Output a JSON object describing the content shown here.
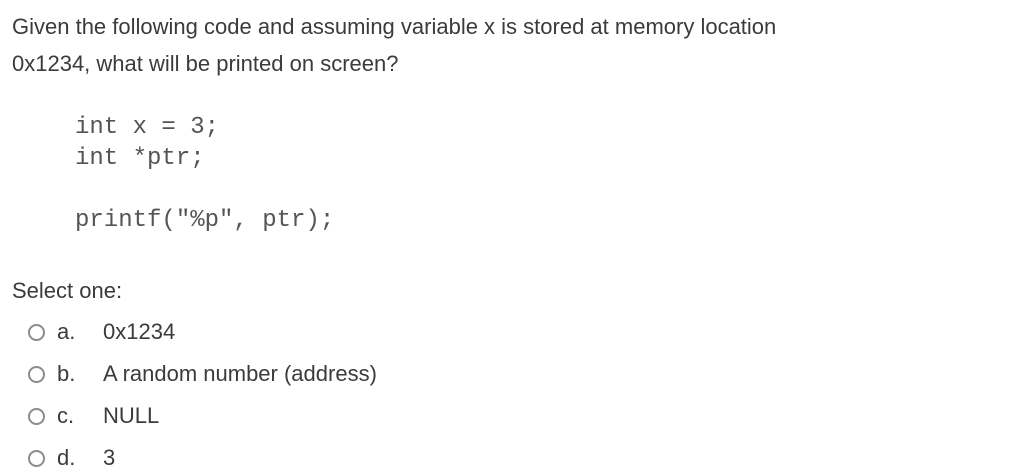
{
  "question": {
    "line1": "Given the following code and assuming variable x is stored at memory location",
    "line2": "0x1234, what will be printed on screen?"
  },
  "code": {
    "text": "int x = 3;\nint *ptr;\n\nprintf(\"%p\", ptr);"
  },
  "prompt": "Select one:",
  "options": {
    "items": [
      {
        "letter": "a.",
        "text": "0x1234",
        "selected": false
      },
      {
        "letter": "b.",
        "text": "A random number (address)",
        "selected": false
      },
      {
        "letter": "c.",
        "text": "NULL",
        "selected": false
      },
      {
        "letter": "d.",
        "text": "3",
        "selected": false
      }
    ]
  },
  "colors": {
    "text": "#3b3b3b",
    "code_text": "#555555",
    "radio_border": "#8c8c8c",
    "background": "#ffffff"
  }
}
